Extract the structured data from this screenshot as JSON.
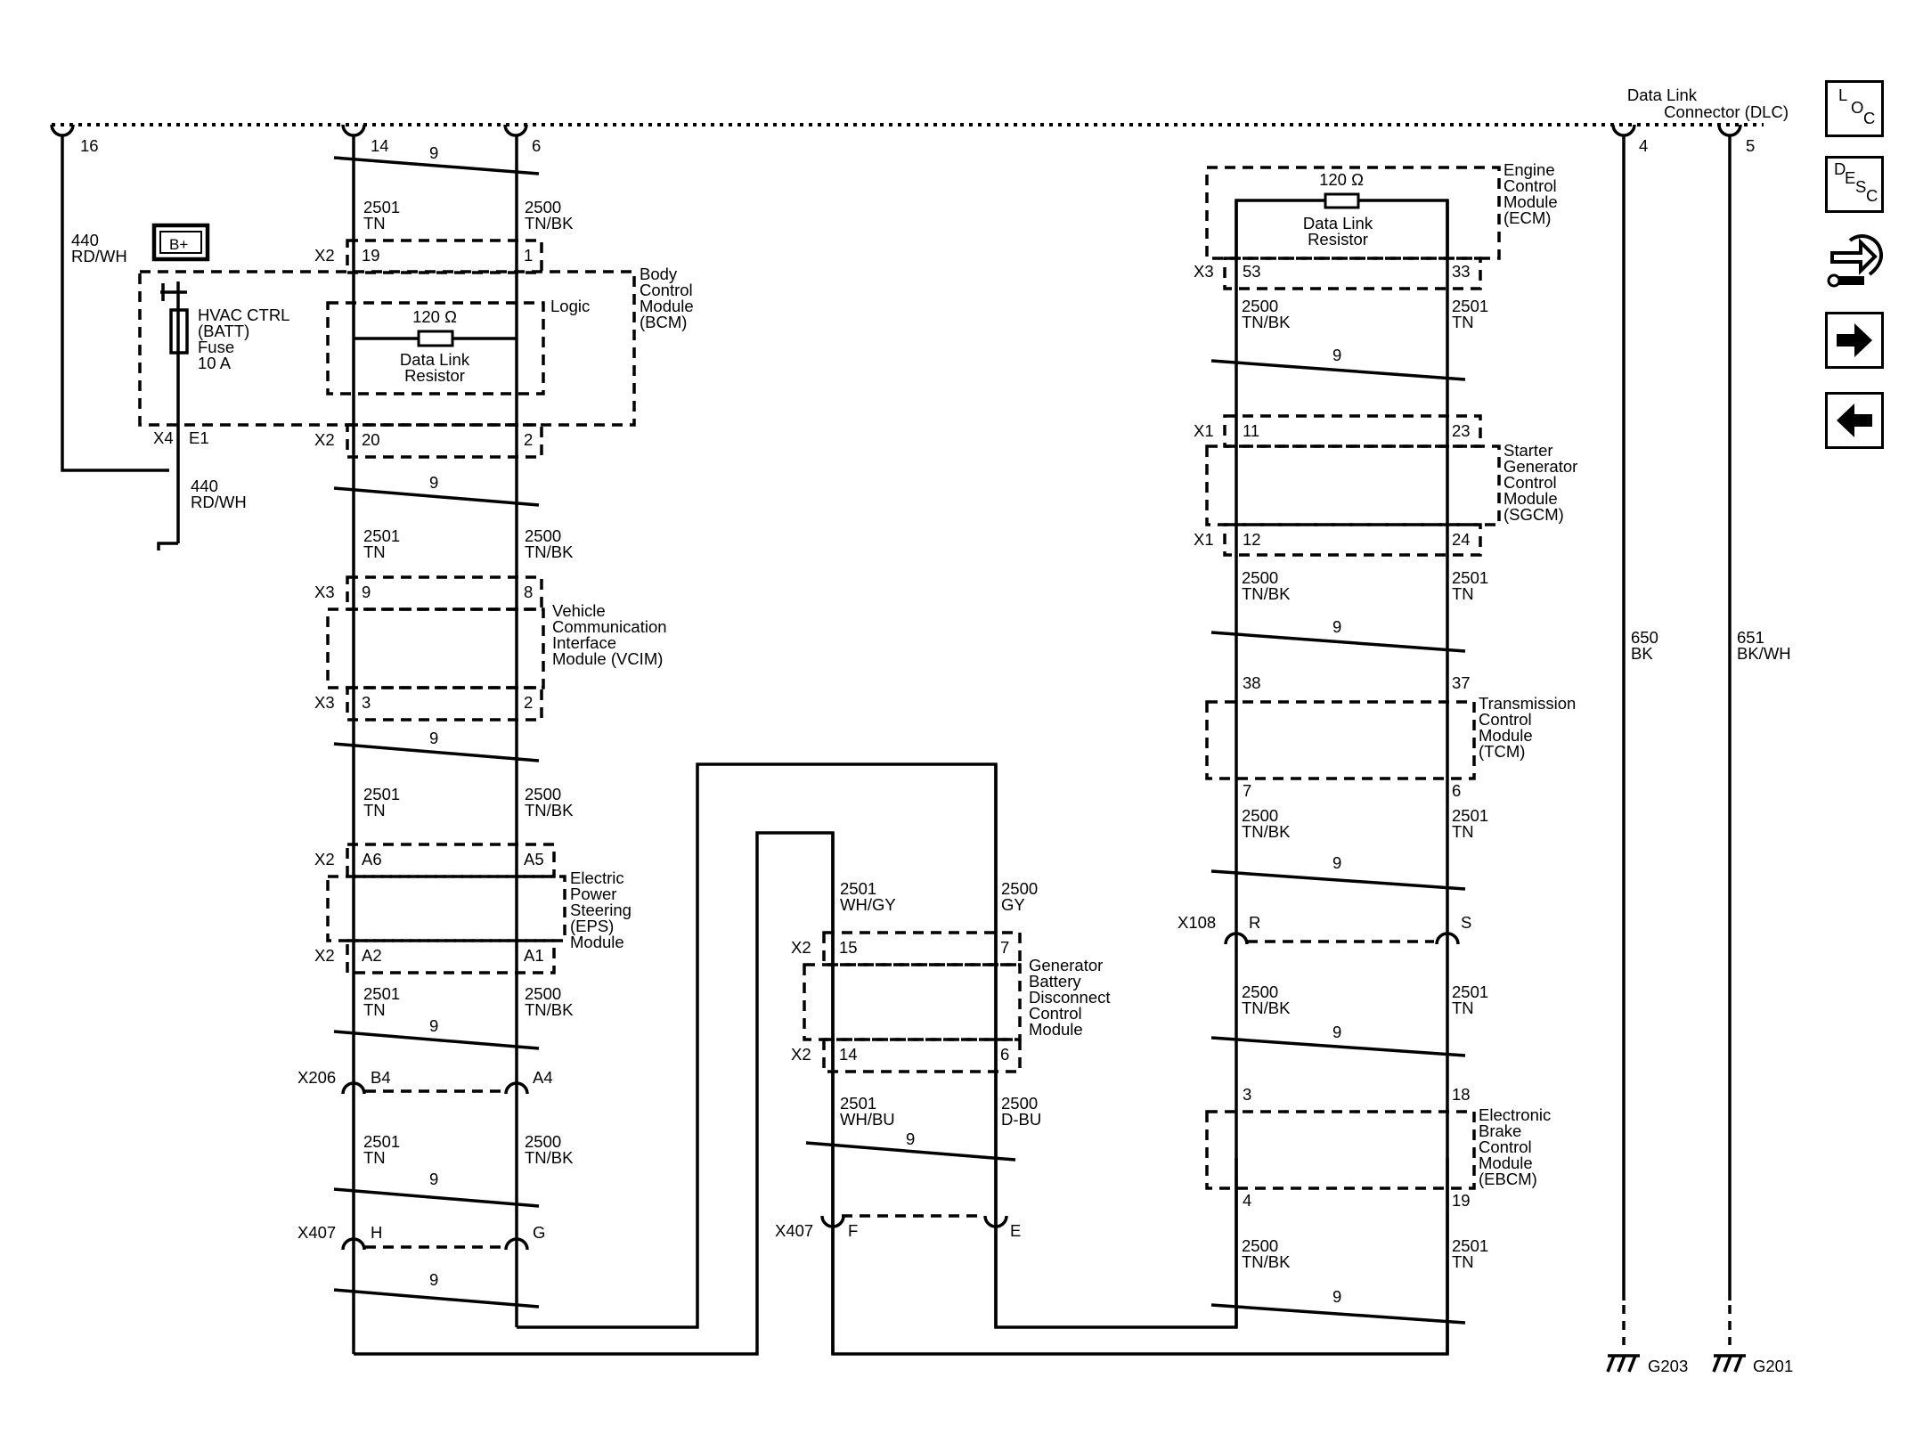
{
  "dlc_label": [
    "Data Link",
    "Connector (DLC)"
  ],
  "dlc_pins": {
    "p16": "16",
    "p14": "14",
    "p6": "6",
    "p4": "4",
    "p5": "5"
  },
  "battery": "B+",
  "fuse": {
    "lines": [
      "HVAC CTRL",
      "(BATT)",
      "Fuse",
      "10 A"
    ]
  },
  "wire_440": [
    "440",
    "RD/WH"
  ],
  "bcm": {
    "name": [
      "Body",
      "Control",
      "Module",
      "(BCM)"
    ],
    "logic": "Logic",
    "resistor_value": "120 Ω",
    "resistor_label": [
      "Data Link",
      "Resistor"
    ],
    "conn_top": "X2",
    "pin19": "19",
    "pin1": "1",
    "conn_bot": "X2",
    "pin20": "20",
    "pin2": "2",
    "x4": "X4",
    "e1": "E1"
  },
  "vcim": {
    "name": [
      "Vehicle",
      "Communication",
      "Interface",
      "Module (VCIM)"
    ],
    "conn_top": "X3",
    "pin9": "9",
    "pin8": "8",
    "conn_bot": "X3",
    "pin3": "3",
    "pin2": "2"
  },
  "eps": {
    "name": [
      "Electric",
      "Power",
      "Steering",
      "(EPS)",
      "Module"
    ],
    "conn_top": "X2",
    "pinA6": "A6",
    "pinA5": "A5",
    "conn_bot": "X2",
    "pinA2": "A2",
    "pinA1": "A1"
  },
  "x206": {
    "name": "X206",
    "pinB4": "B4",
    "pinA4": "A4"
  },
  "x407_left": {
    "name": "X407",
    "pinH": "H",
    "pinG": "G"
  },
  "gbdcm": {
    "name": [
      "Generator",
      "Battery",
      "Disconnect",
      "Control",
      "Module"
    ],
    "conn_top": "X2",
    "pin15": "15",
    "pin7": "7",
    "conn_bot": "X2",
    "pin14": "14",
    "pin6": "6"
  },
  "x407_mid": {
    "name": "X407",
    "pinF": "F",
    "pinE": "E"
  },
  "ecm": {
    "name": [
      "Engine",
      "Control",
      "Module",
      "(ECM)"
    ],
    "resistor_value": "120 Ω",
    "resistor_label": [
      "Data Link",
      "Resistor"
    ],
    "conn": "X3",
    "pin53": "53",
    "pin33": "33"
  },
  "sgcm": {
    "name": [
      "Starter",
      "Generator",
      "Control",
      "Module",
      "(SGCM)"
    ],
    "conn_top": "X1",
    "pin11": "11",
    "pin23": "23",
    "conn_bot": "X1",
    "pin12": "12",
    "pin24": "24"
  },
  "tcm": {
    "name": [
      "Transmission",
      "Control",
      "Module",
      "(TCM)"
    ],
    "pin38": "38",
    "pin37": "37",
    "pin7": "7",
    "pin6": "6"
  },
  "x108": {
    "name": "X108",
    "pinR": "R",
    "pinS": "S"
  },
  "ebcm": {
    "name": [
      "Electronic",
      "Brake",
      "Control",
      "Module",
      "(EBCM)"
    ],
    "pin3": "3",
    "pin18": "18",
    "pin4": "4",
    "pin19": "19"
  },
  "wires": {
    "tn": [
      "2501",
      "TN"
    ],
    "tnbk": [
      "2500",
      "TN/BK"
    ],
    "whgy": [
      "2501",
      "WH/GY"
    ],
    "gy": [
      "2500",
      "GY"
    ],
    "whbu": [
      "2501",
      "WH/BU"
    ],
    "dbu": [
      "2500",
      "D-BU"
    ],
    "bk650": [
      "650",
      "BK"
    ],
    "bkwh651": [
      "651",
      "BK/WH"
    ],
    "twist": "9"
  },
  "grounds": {
    "g203": "G203",
    "g201": "G201"
  },
  "side_buttons": {
    "loc": [
      "L",
      "O",
      "C"
    ],
    "desc": [
      "D",
      "E",
      "S",
      "C"
    ],
    "icons": [
      "loc-icon",
      "desc-icon",
      "connector-view-icon",
      "next-arrow-icon",
      "previous-arrow-icon"
    ]
  }
}
